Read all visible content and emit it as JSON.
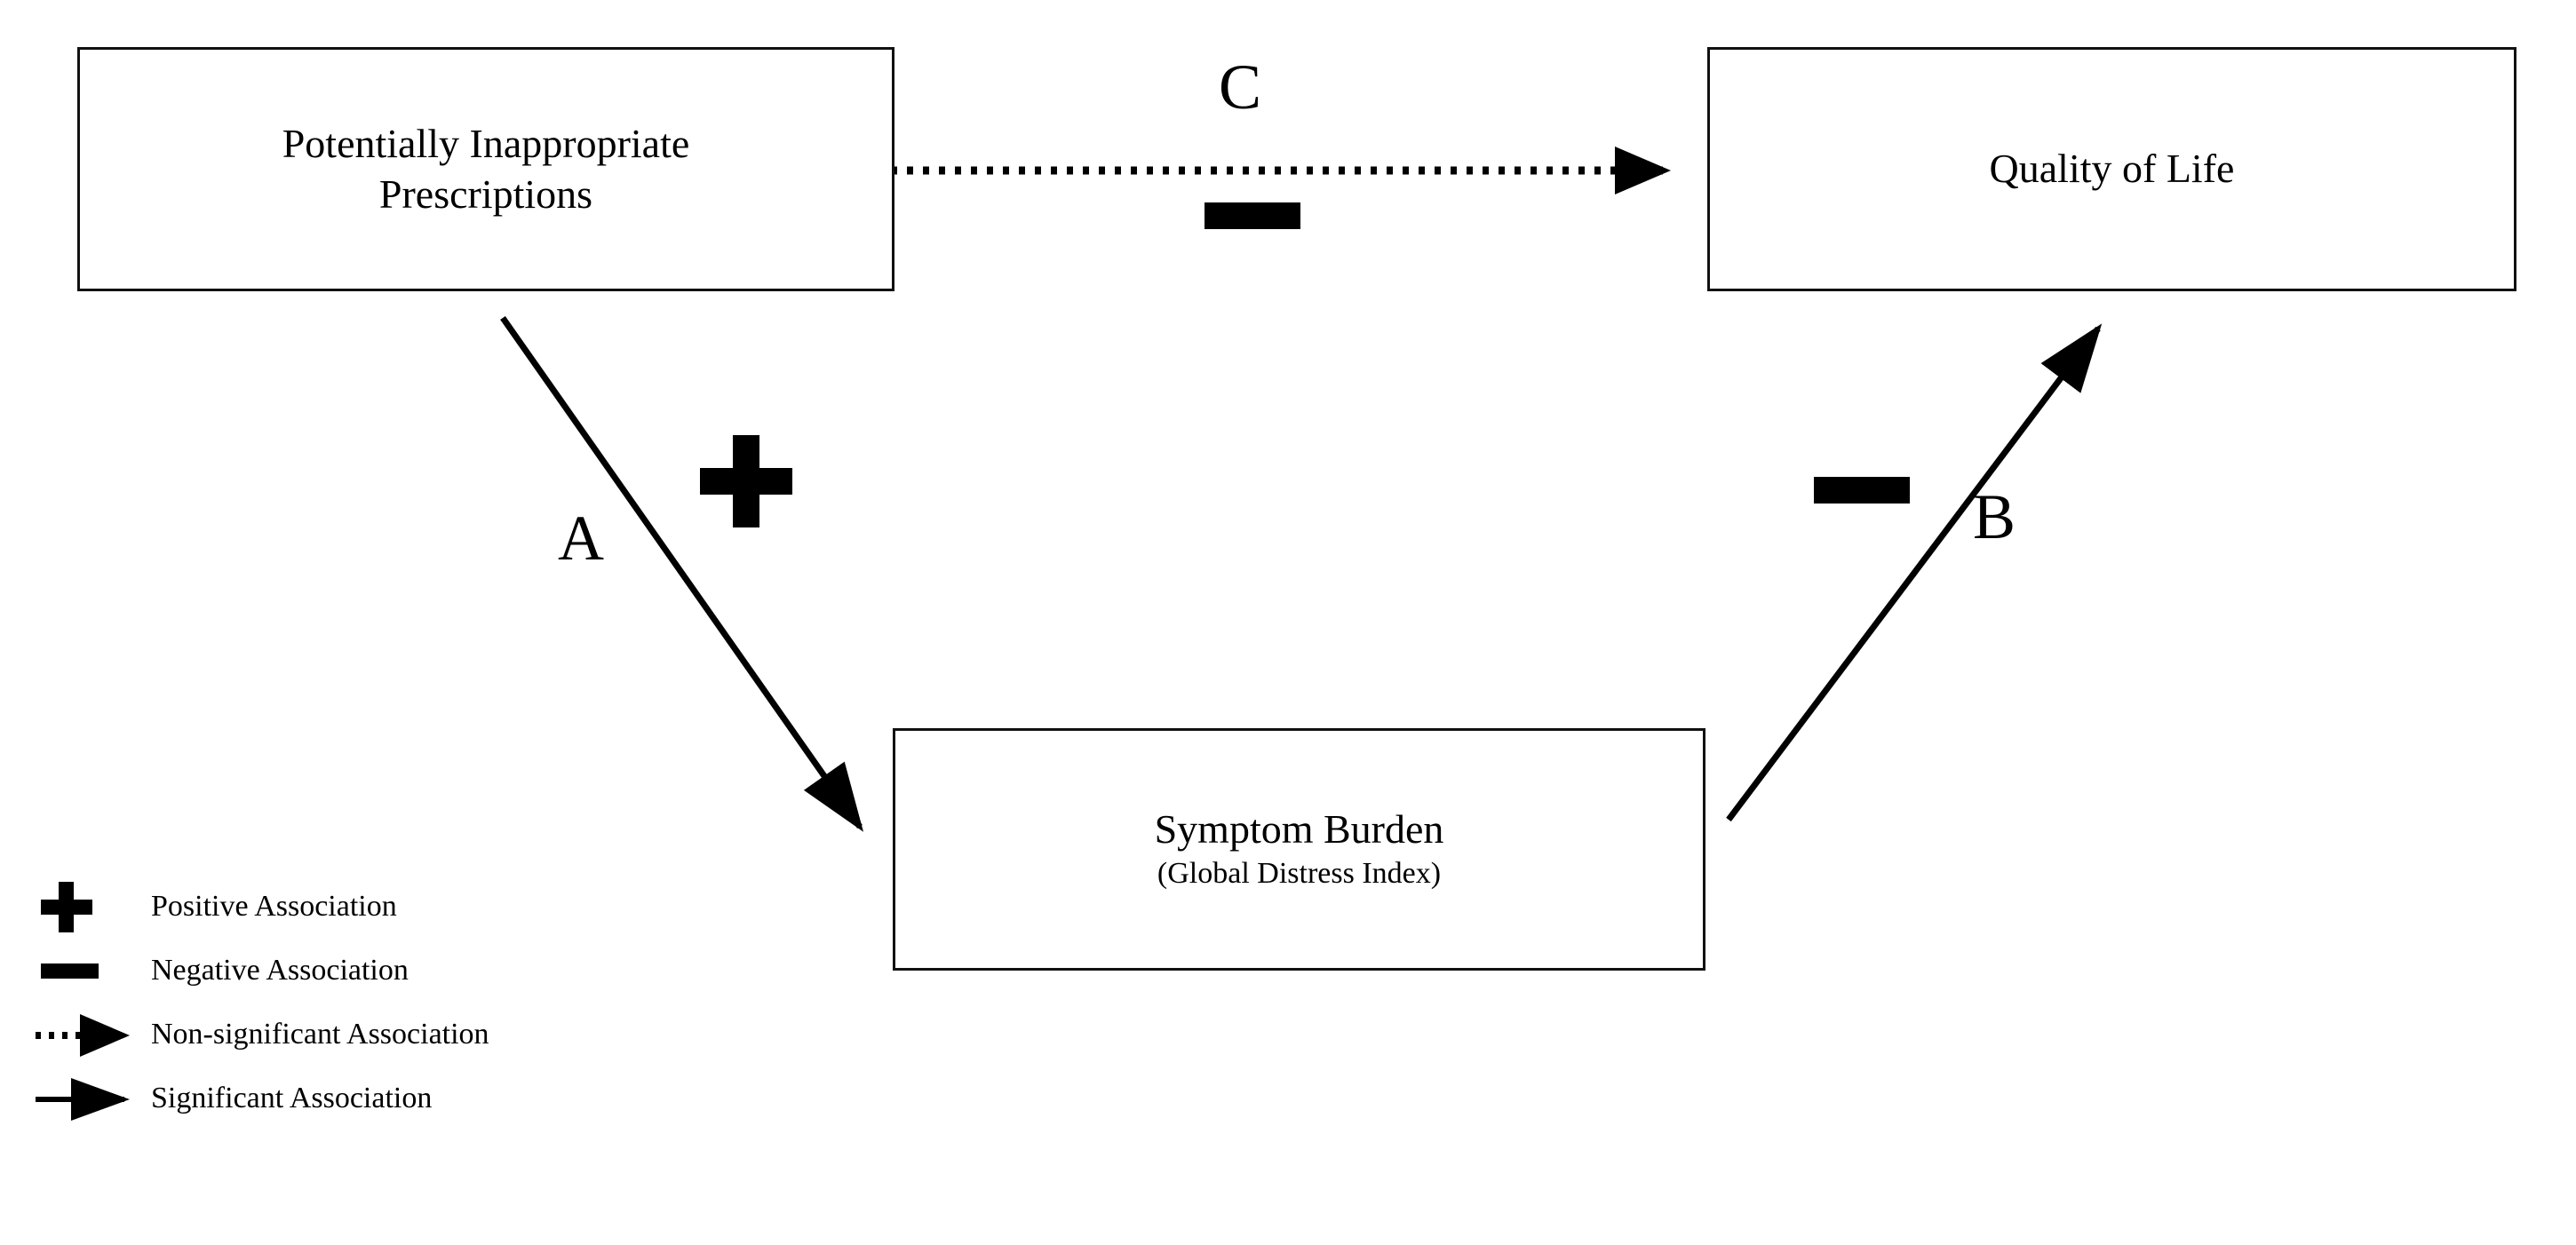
{
  "figure": {
    "type": "mediation-path-diagram",
    "background_color": "#ffffff",
    "stroke_color": "#111111"
  },
  "nodes": {
    "exposure": {
      "id": "potentially-inappropriate-prescriptions",
      "line1": "Potentially Inappropriate",
      "line2": "Prescriptions"
    },
    "outcome": {
      "id": "quality-of-life",
      "line1": "Quality of Life"
    },
    "mediator": {
      "id": "symptom-burden",
      "line1": "Symptom Burden",
      "line2": "(Global Distress Index)"
    }
  },
  "paths": [
    {
      "key": "a",
      "label": "A",
      "from": "exposure",
      "to": "mediator",
      "sign": "positive",
      "sign_glyph": "plus-sign-glyph",
      "line_style": "solid",
      "significance": "significant"
    },
    {
      "key": "b",
      "label": "B",
      "from": "mediator",
      "to": "outcome",
      "sign": "negative",
      "sign_glyph": "minus-sign-glyph",
      "line_style": "solid",
      "significance": "significant"
    },
    {
      "key": "c",
      "label": "C",
      "from": "exposure",
      "to": "outcome",
      "sign": "negative",
      "sign_glyph": "minus-sign-glyph",
      "line_style": "dotted",
      "significance": "non-significant"
    }
  ],
  "legend": {
    "items": [
      {
        "glyph": "plus-sign-glyph",
        "label": "Positive Association"
      },
      {
        "glyph": "minus-sign-glyph",
        "label": "Negative Association"
      },
      {
        "glyph": "dotted-arrow-icon",
        "label": "Non-significant Association"
      },
      {
        "glyph": "solid-arrow-icon",
        "label": "Significant Association"
      }
    ]
  }
}
